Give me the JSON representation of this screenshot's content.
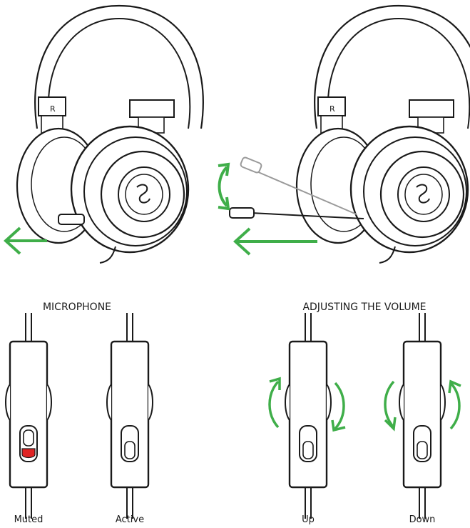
{
  "sections": {
    "microphone": {
      "title": "MICROPHONE",
      "states": [
        {
          "label": "Muted"
        },
        {
          "label": "Active"
        }
      ]
    },
    "volume": {
      "title": "ADJUSTING THE VOLUME",
      "states": [
        {
          "label": "Up"
        },
        {
          "label": "Down"
        }
      ]
    }
  },
  "headsets": [
    {
      "earcup_letter": "R",
      "state": "mic-retracted"
    },
    {
      "earcup_letter": "R",
      "state": "mic-extended"
    }
  ],
  "colors": {
    "arrow": "#3fae49",
    "muted_indicator": "#e02424",
    "line": "#1a1a1a"
  },
  "icons": [
    "razer-logo-icon",
    "arrow-left-icon",
    "rotate-arrow-icon",
    "volume-up-icon",
    "volume-down-icon"
  ]
}
